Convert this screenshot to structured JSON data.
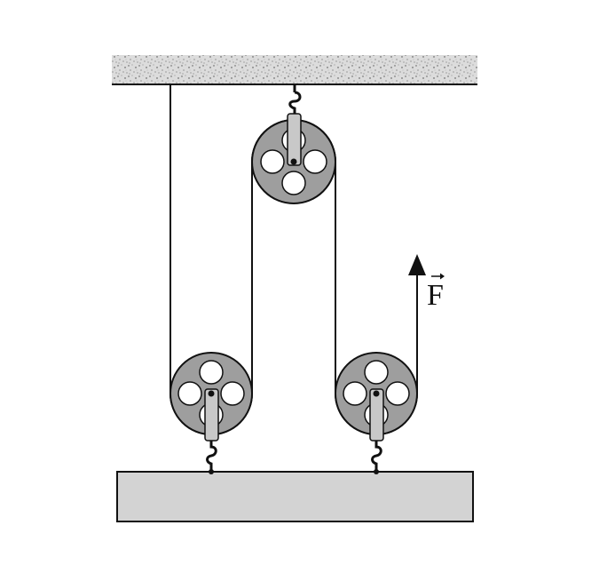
{
  "diagram": {
    "force_label": "F",
    "colors": {
      "ceiling_fill": "#d9d9d9",
      "pulley_fill": "#9e9e9e",
      "pulley_hole": "#ffffff",
      "block_fill": "#d3d3d3",
      "rope": "#111111",
      "outline": "#111111"
    },
    "components": {
      "ceiling": "fixed-support",
      "pulleys": [
        "fixed-pulley-top",
        "movable-pulley-left",
        "movable-pulley-right"
      ],
      "load": "load-block",
      "force": "applied-force-arrow"
    }
  }
}
